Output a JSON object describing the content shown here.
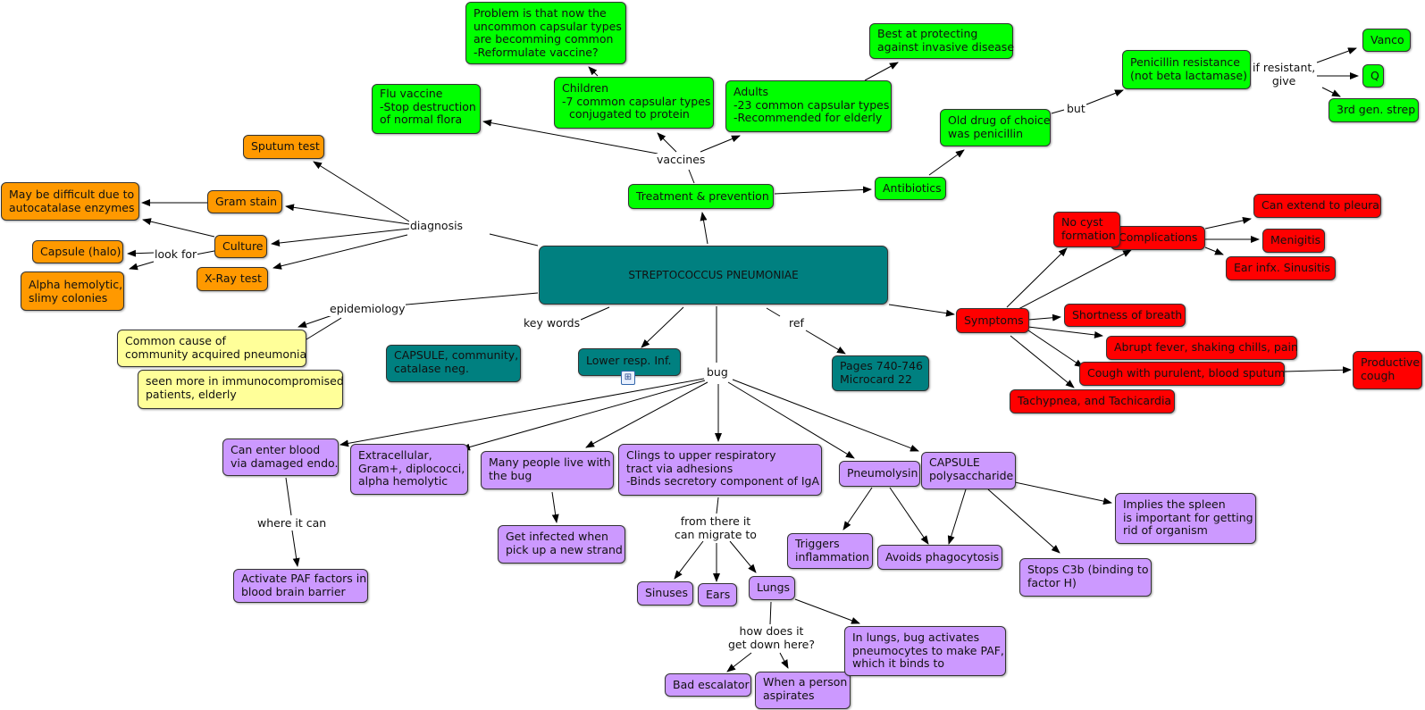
{
  "nodes": {
    "center": "STREPTOCOCCUS PNEUMONIAE",
    "treatment": "Treatment & prevention",
    "antibiotics": "Antibiotics",
    "old_drug": "Old drug of choice\nwas penicillin",
    "pen_resist": "Penicillin resistance\n(not beta lactamase)",
    "vanco": "Vanco",
    "q": "Q",
    "third_gen": "3rd gen. strep",
    "flu": "Flu vaccine\n-Stop destruction\nof normal flora",
    "children": "Children\n-7 common capsular types\n  conjugated to protein",
    "problem": "Problem is that now the\nuncommon capsular types\nare becomming common\n-Reformulate vaccine?",
    "adults": "Adults\n-23 common capsular types\n-Recommended for elderly",
    "best": "Best at protecting\nagainst invasive disease",
    "sputum": "Sputum test",
    "gram": "Gram stain",
    "autocat": "May be difficult due to\nautocatalase enzymes",
    "culture": "Culture",
    "capsule_halo": "Capsule (halo)",
    "alpha": "Alpha hemolytic,\nslimy colonies",
    "xray": "X-Ray test",
    "common_cause": "Common cause of\ncommunity acquired pneumonia",
    "immuno": "seen more in immunocompromised\npatients, elderly",
    "keywords_box": "CAPSULE, community,\ncatalase neg.",
    "lower_resp": "Lower resp. Inf.",
    "pages": "Pages 740-746\nMicrocard 22",
    "symptoms": "Symptoms",
    "no_cyst": "No cyst\nformation",
    "complications": "Complications",
    "pleura": "Can extend to pleura",
    "menigitis": "Menigitis",
    "ear": "Ear infx. Sinusitis",
    "shortness": "Shortness of breath",
    "fever": "Abrupt fever, shaking chills, pain",
    "cough": "Cough with purulent, blood sputum",
    "productive": "Productive\ncough",
    "tachy": "Tachypnea, and Tachicardia",
    "enter_blood": "Can enter blood\nvia damaged endo.",
    "paf": "Activate PAF factors in\nblood brain barrier",
    "extracellular": "Extracellular,\nGram+, diplococci,\nalpha hemolytic",
    "many": "Many people live with\nthe bug",
    "infected": "Get infected when\npick up a new strand",
    "clings": "Clings to upper respiratory\ntract via adhesions\n-Binds secretory component of IgA",
    "sinuses": "Sinuses",
    "ears": "Ears",
    "lungs": "Lungs",
    "bad_esc": "Bad escalator",
    "aspirates": "When a person\naspirates",
    "in_lungs": "In lungs, bug activates\npneumocytes to make PAF,\nwhich it binds to",
    "pneumolysin": "Pneumolysin",
    "capsule_poly": "CAPSULE\npolysaccharide",
    "triggers": "Triggers\ninflammation",
    "avoids": "Avoids phagocytosis",
    "stops": "Stops C3b (binding to\nfactor H)",
    "implies": "Implies the spleen\nis important for getting\nrid of organism"
  },
  "labels": {
    "vaccines": "vaccines",
    "but": "but",
    "if_resistant": "if resistant,\ngive",
    "diagnosis": "diagnosis",
    "look_for": "look for",
    "epidemiology": "epidemiology",
    "key_words": "key words",
    "ref": "ref",
    "bug": "bug",
    "where_it_can": "where it can",
    "from_there": "from there it\ncan migrate to",
    "how_does": "how does it\nget down here?"
  },
  "colors": {
    "green": "#00ff00",
    "orange": "#ff9900",
    "yellow": "#ffff99",
    "purple": "#cc99ff",
    "red": "#ff0000",
    "teal": "#008080"
  },
  "icons": {
    "resource": "hierarchy-icon"
  }
}
